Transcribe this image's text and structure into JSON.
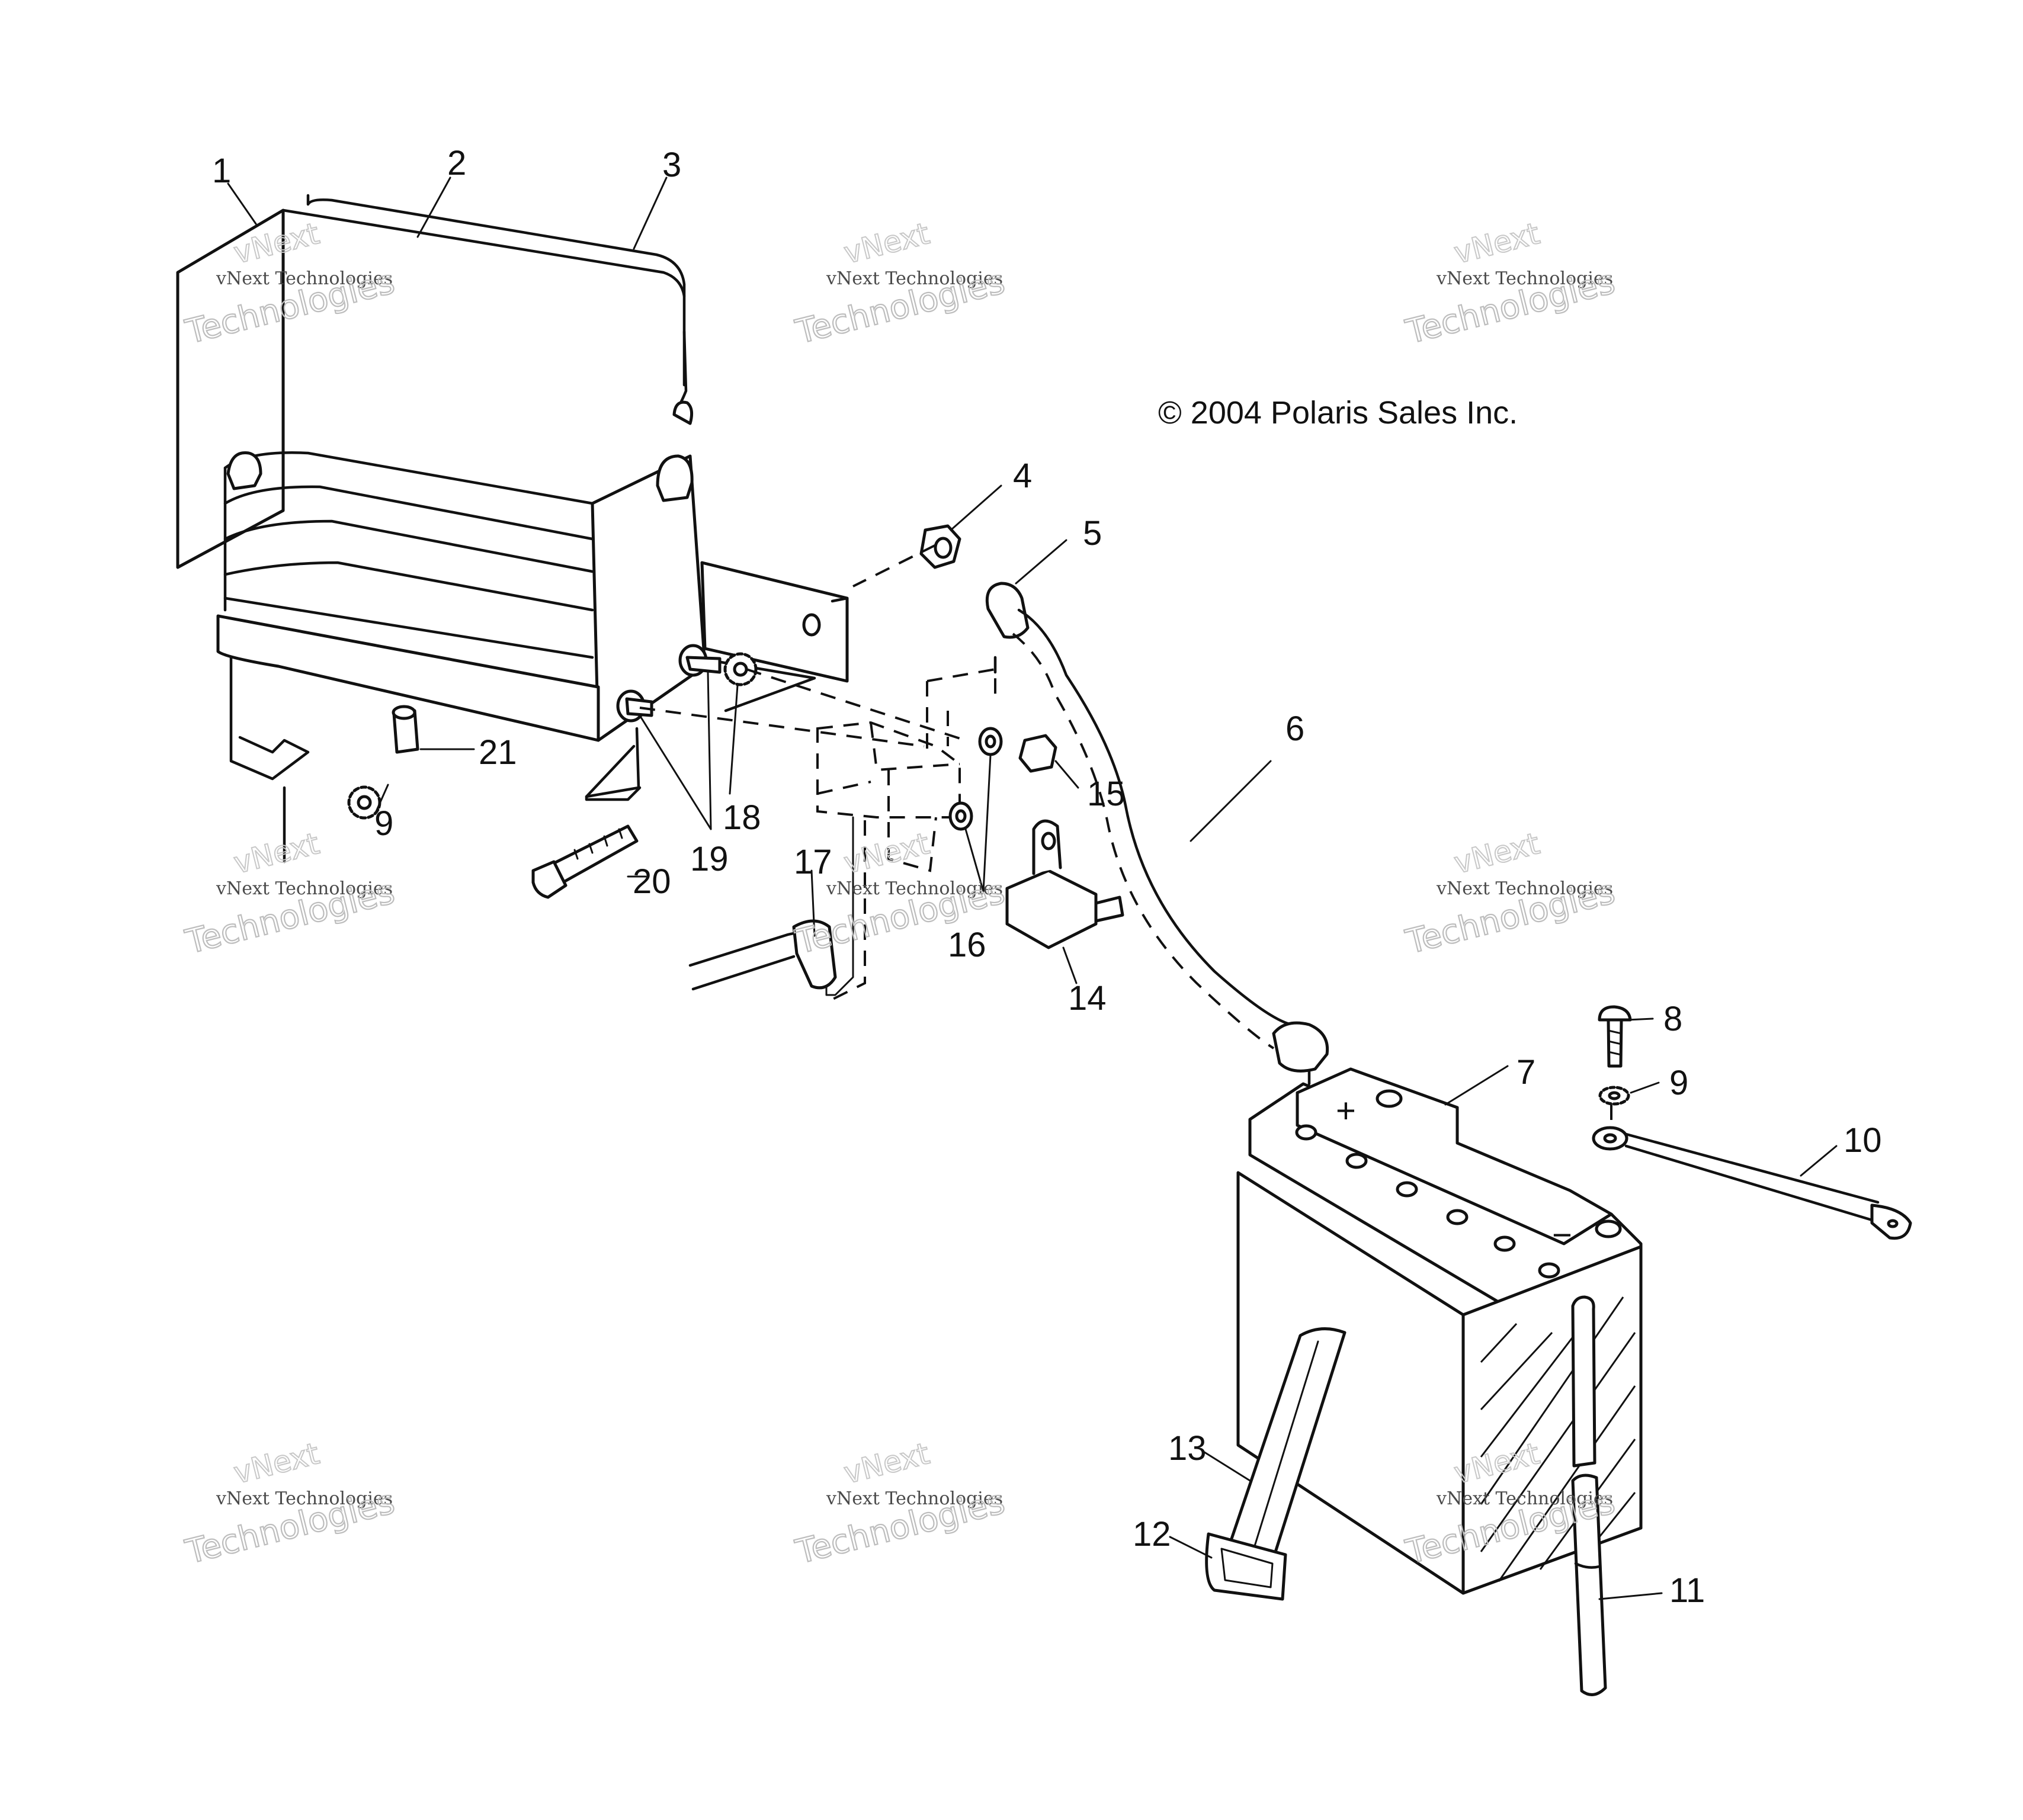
{
  "copyright": "© 2004 Polaris Sales Inc.",
  "watermark": {
    "brand_line": "vNext Technologies",
    "big_line": "Technologies",
    "tilted_line": "vNext"
  },
  "battery_polarity": {
    "positive": "+",
    "negative": "−"
  },
  "callouts": {
    "c1": "1",
    "c2": "2",
    "c3": "3",
    "c4": "4",
    "c5": "5",
    "c6": "6",
    "c7": "7",
    "c8": "8",
    "c9a": "9",
    "c9b": "9",
    "c10": "10",
    "c11": "11",
    "c12": "12",
    "c13": "13",
    "c14": "14",
    "c15": "15",
    "c16": "16",
    "c17": "17",
    "c18": "18",
    "c19": "19",
    "c20": "20",
    "c21": "21"
  }
}
